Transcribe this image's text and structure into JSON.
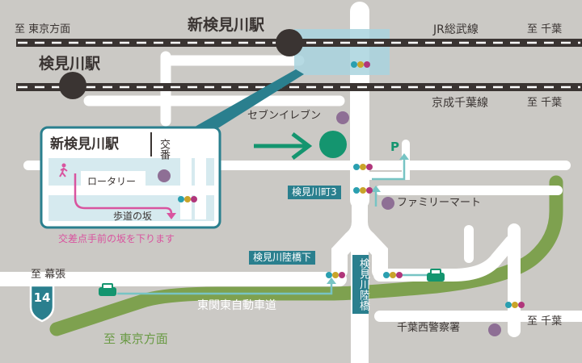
{
  "colors": {
    "background": "#cbc9c5",
    "road": "#ffffff",
    "rail": "#3a3432",
    "expressway": "#7ea14f",
    "accent_teal": "#2a7f8e",
    "station_highlight": "#a9d4de",
    "landmark_dot": "#8e6f95",
    "destination_dot": "#14956f",
    "pink": "#d9549f",
    "signal_colors": [
      "#2a9fb0",
      "#c9a42a",
      "#b0367b"
    ]
  },
  "labels": {
    "to_tokyo_top": "至 東京方面",
    "to_chiba_top": "至 千葉",
    "shin_kemigawa_station": "新検見川駅",
    "jr_sobu_line": "JR総武線",
    "kemigawa_station": "検見川駅",
    "keisei_chiba_line": "京成千葉線",
    "to_chiba_keisei": "至 千葉",
    "seven_eleven": "セブンイレブン",
    "parking": "P",
    "kemigawa_cho_3": "検見川町3",
    "family_mart": "ファミリーマート",
    "kemigawa_rikkyo_shita": "検見川陸橋下",
    "kemigawa_rikkyo": "検見川陸橋",
    "to_makuhari": "至 幕張",
    "route_14": "14",
    "higashi_kanto_expressway": "東関東自動車道",
    "to_tokyo_bottom": "至 東京方面",
    "chiba_nishi_police": "千葉西警察署",
    "to_chiba_bottom": "至 千葉"
  },
  "inset": {
    "title": "新検見川駅",
    "koban": "交番",
    "rotary": "ロータリー",
    "slope": "歩道の坂",
    "note": "交差点手前の坂を下ります"
  }
}
